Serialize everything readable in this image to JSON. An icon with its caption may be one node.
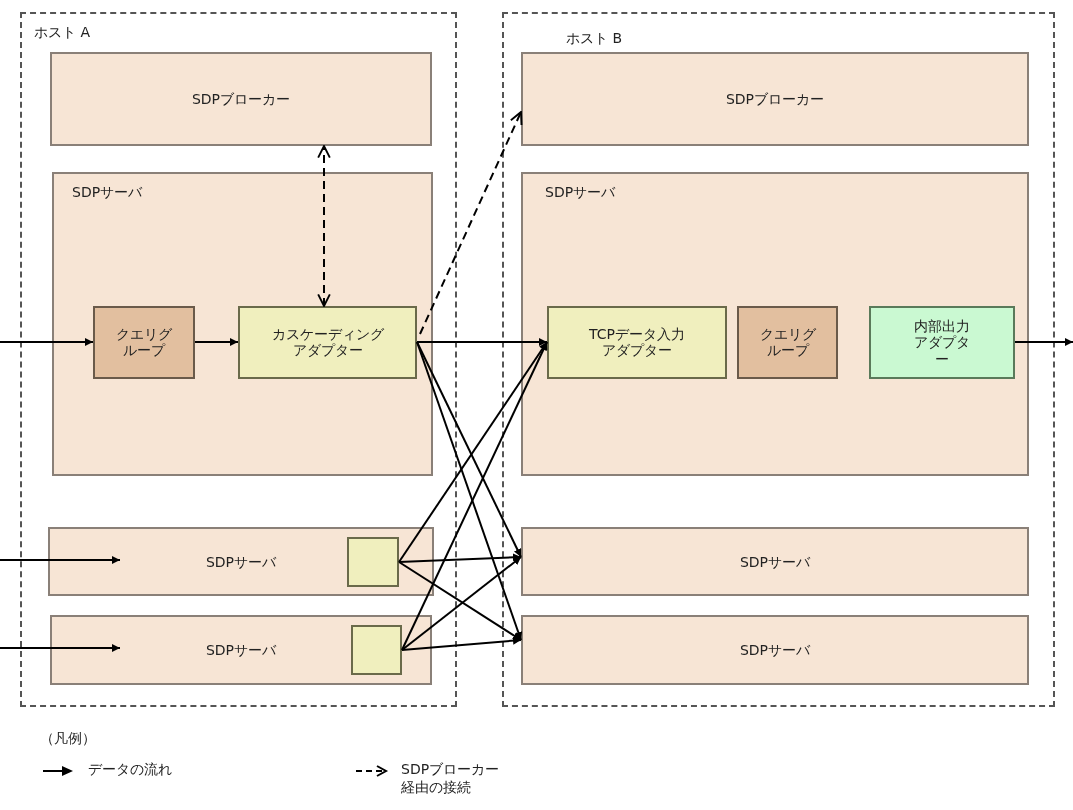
{
  "diagram": {
    "nodes": [
      {
        "text": [
          "ホスト A"
        ]
      },
      {
        "text": [
          "SDPブローカー"
        ],
        "in": 0
      },
      {
        "text": [
          "SDPサーバ"
        ],
        "in": 0
      },
      {
        "text": [
          "クエリグループ"
        ],
        "in": 2
      },
      {
        "text": [
          "カスケーディングアダプター"
        ],
        "in": 2
      },
      {
        "text": [
          "SDPサーバ"
        ],
        "in": 0
      },
      {
        "text": [],
        "shape": "box",
        "in": 5
      },
      {
        "text": [
          "SDPサーバ"
        ],
        "in": 0
      },
      {
        "text": [],
        "shape": "box",
        "in": 7
      },
      {
        "text": [
          "ホスト B"
        ]
      },
      {
        "text": [
          "SDPブローカー"
        ],
        "in": 9
      },
      {
        "text": [
          "SDPサーバ"
        ],
        "in": 9
      },
      {
        "text": [
          "TCPデータ入力アダプター"
        ],
        "in": 11
      },
      {
        "text": [
          "クエリグループ"
        ],
        "in": 11
      },
      {
        "text": [
          "内部出力アダプター"
        ],
        "in": 11
      },
      {
        "text": [
          "SDPサーバ"
        ],
        "in": 9
      },
      {
        "text": [
          "SDPサーバ"
        ],
        "in": 9
      }
    ],
    "edges": [
      {
        "from": null,
        "to": 3,
        "arrow": "to"
      },
      {
        "from": 3,
        "to": 4,
        "arrow": "to"
      },
      {
        "from": 4,
        "to": 1,
        "arrow": "both",
        "style": "dashed"
      },
      {
        "from": 4,
        "to": 10,
        "arrow": "to",
        "style": "dashed"
      },
      {
        "from": 4,
        "to": 12,
        "arrow": "to"
      },
      {
        "from": 4,
        "to": 15,
        "arrow": "to"
      },
      {
        "from": 4,
        "to": 16,
        "arrow": "to"
      },
      {
        "from": 14,
        "to": null,
        "arrow": "to"
      },
      {
        "from": null,
        "to": 5,
        "arrow": "to"
      },
      {
        "from": null,
        "to": 7,
        "arrow": "to"
      },
      {
        "from": 6,
        "to": 12,
        "arrow": "to"
      },
      {
        "from": 6,
        "to": 15,
        "arrow": "to"
      },
      {
        "from": 6,
        "to": 16,
        "arrow": "to"
      },
      {
        "from": 8,
        "to": 12,
        "arrow": "to"
      },
      {
        "from": 8,
        "to": 15,
        "arrow": "to"
      },
      {
        "from": 8,
        "to": 16,
        "arrow": "to"
      }
    ],
    "labels": [
      "（凡例）"
    ],
    "legend": [
      {
        "text": "データの流れ"
      },
      {
        "text": "SDPブローカー経由の接続"
      }
    ]
  }
}
